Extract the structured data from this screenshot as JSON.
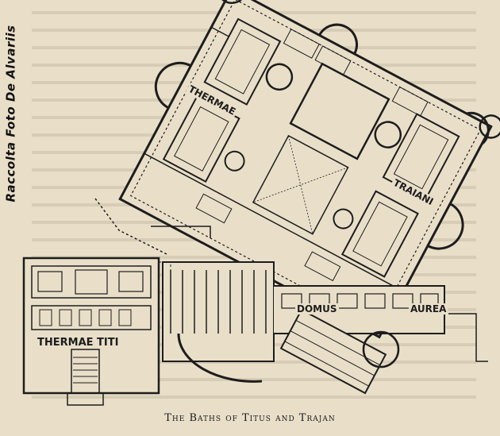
{
  "watermark": "Raccolta Foto De Alvariis",
  "labels": {
    "thermae": "THERMAE",
    "traiani": "TRAIANI",
    "domus": "DOMUS",
    "aurea": "AUREA",
    "thermae_titi": "THERMAE TITI"
  },
  "caption": "The Baths of Titus and Trajan",
  "colors": {
    "paper": "#e9dfc9",
    "ink": "#1d1d1d"
  }
}
